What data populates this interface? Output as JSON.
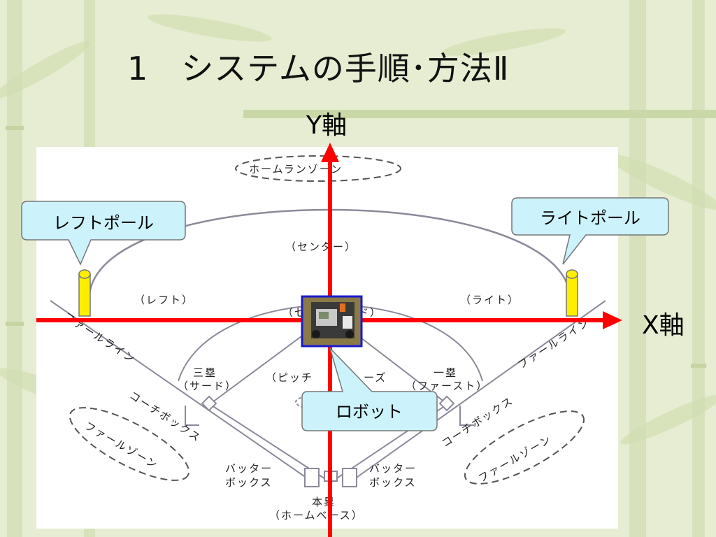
{
  "slide": {
    "title": "1　システムの手順･方法Ⅱ",
    "y_axis_label": "Y軸",
    "x_axis_label": "X軸"
  },
  "callouts": {
    "left_pole": "レフトポール",
    "right_pole": "ライトポール",
    "robot": "ロボット"
  },
  "field_labels": {
    "home_run_zone": "ホームランゾーン",
    "center": "（センター）",
    "left": "（レフト）",
    "right": "（ライト）",
    "second_base_partial": "（セ",
    "second_base_partial_end": "ド）",
    "third_base": "三塁",
    "third_base_reading": "（サード）",
    "first_base": "一塁",
    "first_base_reading": "（ファースト）",
    "pitcher": "（ピッチ",
    "pitcher_end": "ーズ",
    "foul_line_left": "ファールライン",
    "foul_line_right": "ファールライン",
    "coach_box_left": "コーチボックス",
    "coach_box_right": "コーチボックス",
    "foul_zone_left": "ファールゾーン",
    "foul_zone_right": "ファールゾーン",
    "batter_box_left_1": "バッター",
    "batter_box_left_2": "ボックス",
    "batter_box_right_1": "バッター",
    "batter_box_right_2": "ボックス",
    "home_base_1": "本塁",
    "home_base_2": "（ホームベース）"
  },
  "colors": {
    "axis": "#ff0000",
    "pole": "#ffee00",
    "callout_fill": "#ccf2fb",
    "robot_border": "#1a1acc",
    "field_line": "#8a8a9a"
  },
  "icons": {
    "robot": "robot-photo-icon",
    "pole": "foul-pole-icon"
  }
}
